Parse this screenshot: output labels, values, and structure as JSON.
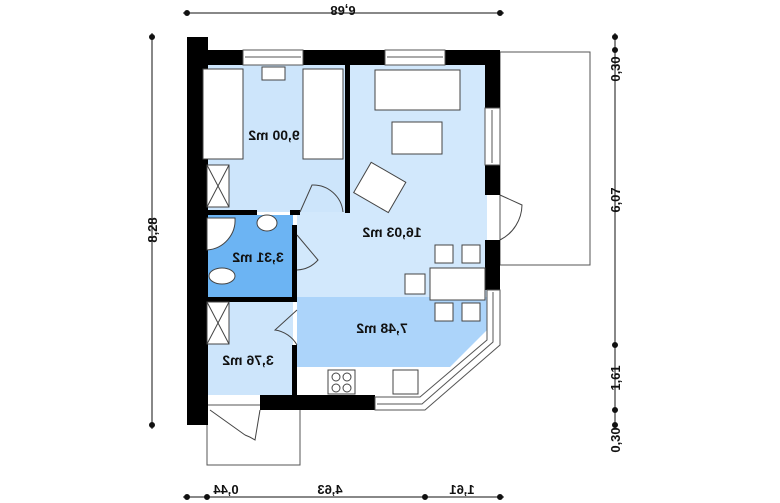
{
  "plan": {
    "rooms": [
      {
        "name": "bedroom",
        "area": "9,00 m2",
        "color": "#cde5fb"
      },
      {
        "name": "living",
        "area": "16,03 m2",
        "color": "#d2e8fc"
      },
      {
        "name": "bathroom",
        "area": "3,31 m2",
        "color": "#6cb4f3"
      },
      {
        "name": "kitchen",
        "area": "7,48 m2",
        "color": "#acd4fa"
      },
      {
        "name": "hall",
        "area": "3,76 m2",
        "color": "#cde5fb"
      }
    ],
    "dimensions": {
      "top_total": "6,68",
      "left_total": "8,28",
      "bottom": [
        "0,44",
        "4,63",
        "1,61"
      ],
      "right": [
        "0,30",
        "6,07",
        "1,61",
        "0,30"
      ]
    },
    "wall_color": "#000000"
  }
}
